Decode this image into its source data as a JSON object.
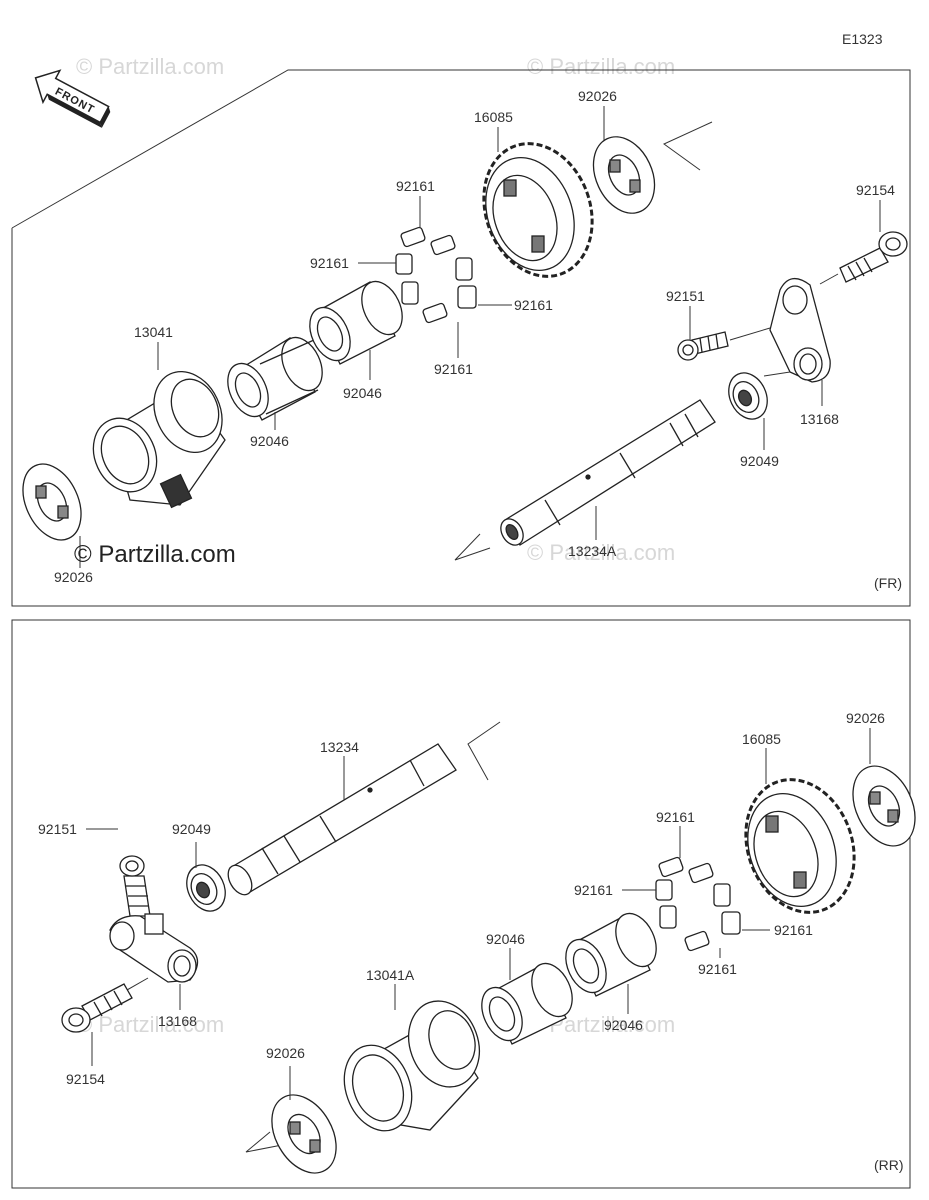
{
  "diagram_code": "E1323",
  "front_label": "FRONT",
  "watermark": "© Partzilla.com",
  "front_panel": {
    "tag": "(FR)",
    "labels": {
      "gear": "16085",
      "washer_top": "92026",
      "bolt_top": "92154",
      "roller_a": "92161",
      "roller_b": "92161",
      "roller_c": "92161",
      "roller_d": "92161",
      "bolt_small": "92151",
      "housing": "13041",
      "needle_a": "92046",
      "needle_b": "92046",
      "arm": "13168",
      "seal": "92049",
      "washer_bottom": "92026",
      "shaft": "13234A"
    }
  },
  "rear_panel": {
    "tag": "(RR)",
    "labels": {
      "shaft": "13234",
      "washer_top": "92026",
      "gear": "16085",
      "bolt_small": "92151",
      "seal": "92049",
      "roller_a": "92161",
      "roller_b": "92161",
      "roller_c": "92161",
      "roller_d": "92161",
      "needle_a": "92046",
      "needle_b": "92046",
      "housing": "13041A",
      "arm": "13168",
      "washer_bottom": "92026",
      "bolt_top": "92154"
    }
  }
}
